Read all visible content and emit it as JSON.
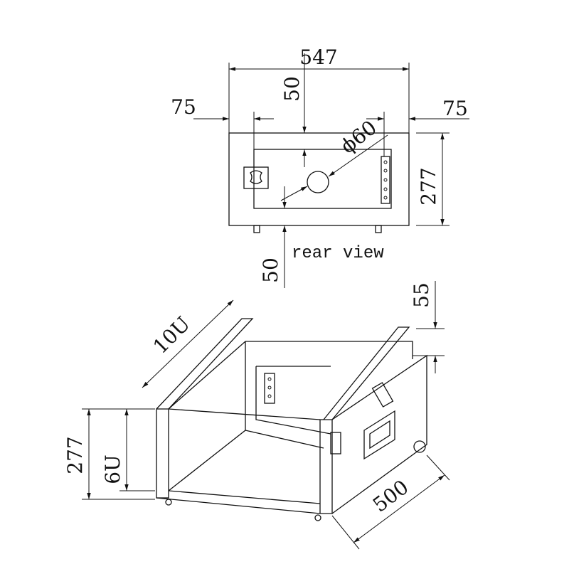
{
  "rear_view": {
    "label": "rear view",
    "width_dim": "547",
    "left_offset_dim": "75",
    "right_offset_dim": "75",
    "top_offset_dim": "50",
    "bottom_offset_dim": "50",
    "hole_dim": "ϕ60",
    "height_dim": "277"
  },
  "iso_view": {
    "rail_length_dim": "10U",
    "height_dim": "277",
    "front_rail_dim": "6U",
    "lid_gap_dim": "55",
    "depth_dim": "500"
  }
}
